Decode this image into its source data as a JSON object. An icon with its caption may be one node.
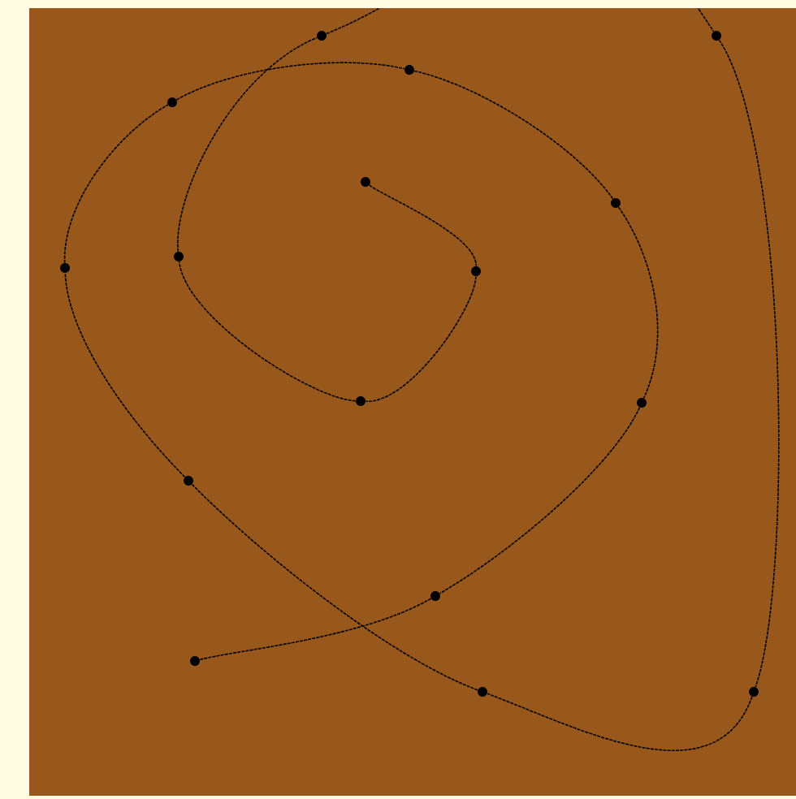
{
  "diagram": {
    "nodes": [
      {
        "text": [],
        "shape": "circle"
      },
      {
        "text": [],
        "shape": "circle"
      },
      {
        "text": [],
        "shape": "circle"
      },
      {
        "text": [],
        "shape": "circle"
      },
      {
        "text": [],
        "shape": "circle"
      },
      {
        "text": [],
        "shape": "circle"
      },
      {
        "text": [],
        "shape": "circle"
      },
      {
        "text": [],
        "shape": "circle"
      },
      {
        "text": [],
        "shape": "circle"
      },
      {
        "text": [],
        "shape": "circle"
      },
      {
        "text": [],
        "shape": "circle"
      },
      {
        "text": [],
        "shape": "circle"
      },
      {
        "text": [],
        "shape": "circle"
      },
      {
        "text": [],
        "shape": "circle"
      },
      {
        "text": [],
        "shape": "circle"
      },
      {
        "text": [],
        "shape": "circle"
      }
    ],
    "edges": [
      {
        "from": 0,
        "to": 1,
        "arrow": "none"
      },
      {
        "from": 1,
        "to": 2,
        "arrow": "none"
      },
      {
        "from": 2,
        "to": 3,
        "arrow": "none"
      },
      {
        "from": 3,
        "to": 4,
        "arrow": "none"
      },
      {
        "from": 4,
        "to": 5,
        "arrow": "none"
      },
      {
        "from": 5,
        "to": 6,
        "arrow": "none"
      },
      {
        "from": 6,
        "to": 7,
        "arrow": "none"
      },
      {
        "from": 7,
        "to": 8,
        "arrow": "none"
      },
      {
        "from": 8,
        "to": 9,
        "arrow": "none"
      },
      {
        "from": 9,
        "to": 10,
        "arrow": "none"
      },
      {
        "from": 10,
        "to": 11,
        "arrow": "none"
      },
      {
        "from": 11,
        "to": 12,
        "arrow": "none"
      },
      {
        "from": 12,
        "to": 13,
        "arrow": "none"
      },
      {
        "from": 13,
        "to": 14,
        "arrow": "none"
      },
      {
        "from": 14,
        "to": 15,
        "arrow": "none"
      }
    ]
  }
}
